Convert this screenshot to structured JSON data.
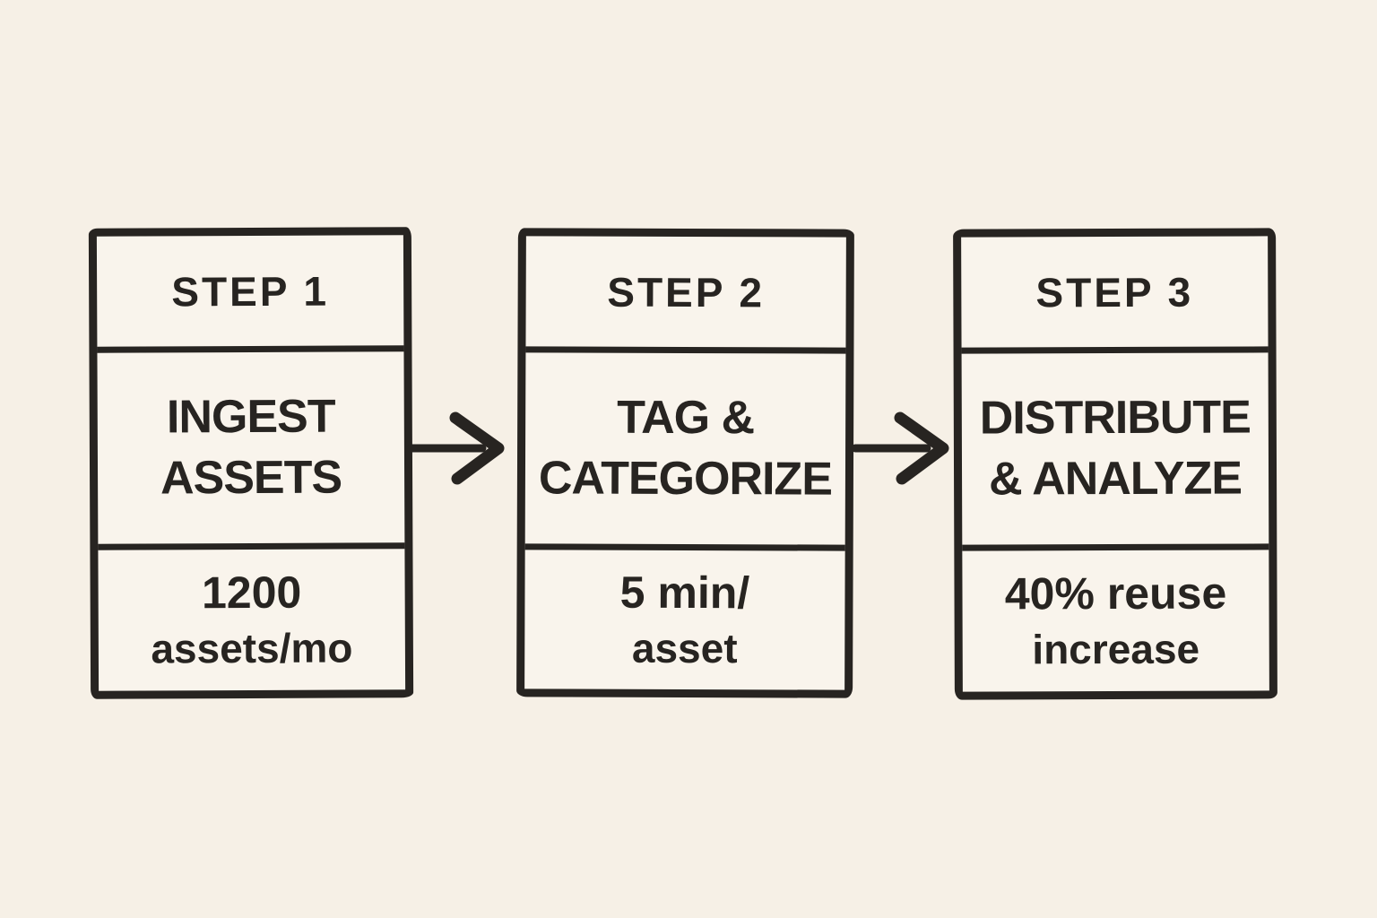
{
  "colors": {
    "background": "#f6f0e6",
    "panel": "#f9f4ec",
    "ink": "#272421"
  },
  "steps": [
    {
      "header": "STEP 1",
      "title_line1": "INGEST",
      "title_line2": "ASSETS",
      "metric_line1": "1200",
      "metric_line2": "assets/mo"
    },
    {
      "header": "STEP 2",
      "title_line1": "TAG &",
      "title_line2": "CATEGORIZE",
      "metric_line1": "5 min/",
      "metric_line2": "asset"
    },
    {
      "header": "STEP 3",
      "title_line1": "DISTRIBUTE",
      "title_line2": "& ANALYZE",
      "metric_line1": "40% reuse",
      "metric_line2": "increase"
    }
  ],
  "arrows": [
    {
      "icon": "arrow-right"
    },
    {
      "icon": "arrow-right"
    }
  ]
}
